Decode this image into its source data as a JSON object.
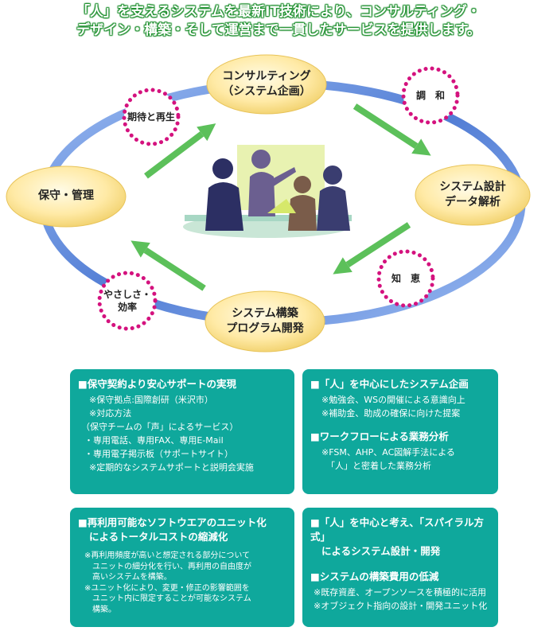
{
  "headline": {
    "line1": "「人」を支えるシステムを最新IT技術により、コンサルティング・",
    "line2": "デザイン・構築・そして運営まで一貫したサービスを提供します。"
  },
  "cycle": {
    "consulting": {
      "line1": "コンサルティング",
      "line2": "（システム企画）"
    },
    "design": {
      "line1": "システム設計",
      "line2": "データ解析"
    },
    "build": {
      "line1": "システム構築",
      "line2": "プログラム開発"
    },
    "maintain": {
      "line1": "保守・管理"
    }
  },
  "keywords": {
    "harmony": "調　和",
    "wisdom": "知　恵",
    "kindness_line1": "やさしさ・",
    "kindness_line2": "効率",
    "expectation": "期待と再生"
  },
  "panels": {
    "p1": {
      "heading": "■保守契約より安心サポートの実現",
      "items": [
        "※保守拠点:国際創研（米沢市）",
        "※対応方法",
        "（保守チームの「声」によるサービス）",
        "・専用電話、専用FAX、専用E-Mail",
        "・専用電子掲示板（サポートサイト）",
        "※定期的なシステムサポートと説明会実施"
      ]
    },
    "p2": {
      "heading1": "■「人」を中心にしたシステム企画",
      "items1": [
        "※勉強会、WSの開催による意識向上",
        "※補助金、助成の確保に向けた提案"
      ],
      "heading2": "■ワークフローによる業務分析",
      "items2": [
        "※FSM、AHP、AC図解手法による",
        "「人」と密着した業務分析"
      ]
    },
    "p3": {
      "heading_line1": "■再利用可能なソフトウエアのユニット化",
      "heading_line2": "によるトータルコストの縮減化",
      "notes": [
        "※再利用頻度が高いと想定される部分について",
        "　ユニットの細分化を行い、再利用の自由度が",
        "　高いシステムを構築。",
        "※ユニット化により、変更・修正の影響範囲を",
        "　ユニット内に限定することが可能なシステム",
        "　構築。"
      ]
    },
    "p4": {
      "heading1_line1": "■「人」を中心と考え、「スパイラル方式」",
      "heading1_line2": "によるシステム設計・開発",
      "heading2": "■システムの構築費用の低減",
      "items": [
        "※既存資産、オープンソースを積極的に活用",
        "※オブジェクト指向の設計・開発ユニット化"
      ]
    }
  },
  "colors": {
    "ring": "#4d7fd6",
    "arrow": "#5cc05a",
    "node_fill": "#ffe9a0",
    "dots": "#d4127e",
    "panel": "#0fa89c",
    "headline_stroke": "#1e8f2e"
  }
}
